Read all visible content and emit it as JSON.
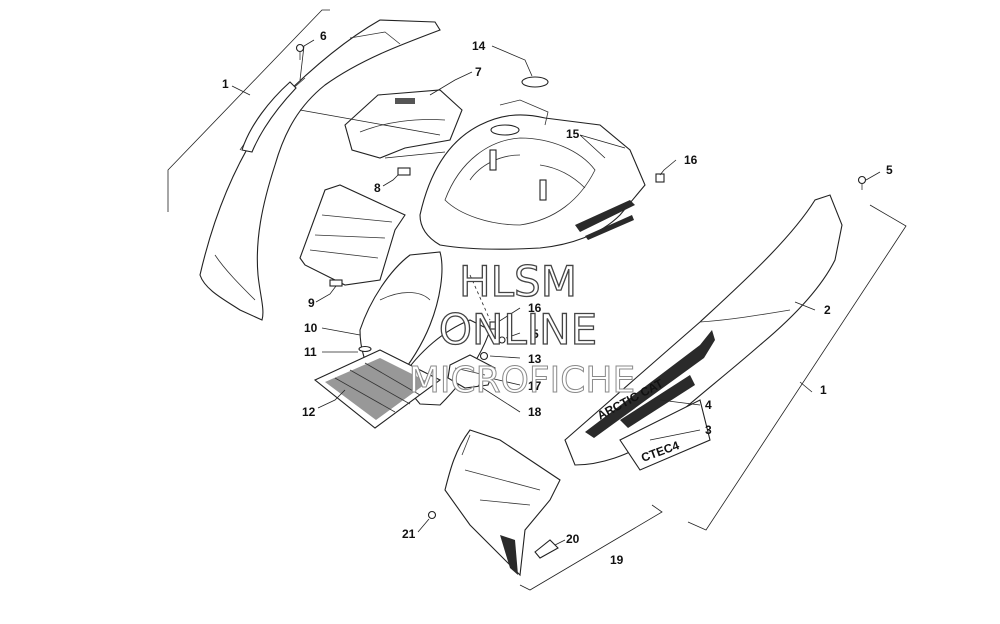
{
  "diagram": {
    "callouts": [
      {
        "id": "c1a",
        "label": "1"
      },
      {
        "id": "c6",
        "label": "6"
      },
      {
        "id": "c14",
        "label": "14"
      },
      {
        "id": "c7",
        "label": "7"
      },
      {
        "id": "c15",
        "label": "15"
      },
      {
        "id": "c16a",
        "label": "16"
      },
      {
        "id": "c5a",
        "label": "5"
      },
      {
        "id": "c8",
        "label": "8"
      },
      {
        "id": "c9",
        "label": "9"
      },
      {
        "id": "c10",
        "label": "10"
      },
      {
        "id": "c11",
        "label": "11"
      },
      {
        "id": "c12",
        "label": "12"
      },
      {
        "id": "c16b",
        "label": "16"
      },
      {
        "id": "c5b",
        "label": "5"
      },
      {
        "id": "c13",
        "label": "13"
      },
      {
        "id": "c17",
        "label": "17"
      },
      {
        "id": "c18",
        "label": "18"
      },
      {
        "id": "c2",
        "label": "2"
      },
      {
        "id": "c1b",
        "label": "1"
      },
      {
        "id": "c4",
        "label": "4"
      },
      {
        "id": "c3",
        "label": "3"
      },
      {
        "id": "c21",
        "label": "21"
      },
      {
        "id": "c20",
        "label": "20"
      },
      {
        "id": "c19",
        "label": "19"
      }
    ],
    "decals": {
      "brand": "ARCTIC CAT",
      "model": "CTEC4"
    }
  },
  "watermark": {
    "line1": "HLSM",
    "line2": "ONLINE",
    "line3": "MICROFICHE"
  }
}
